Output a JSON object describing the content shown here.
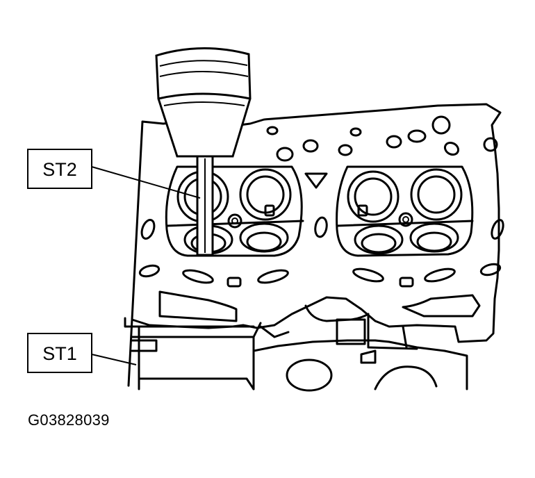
{
  "diagram": {
    "labels": {
      "st2": "ST2",
      "st1": "ST1"
    },
    "figure_id": "G03828039"
  }
}
